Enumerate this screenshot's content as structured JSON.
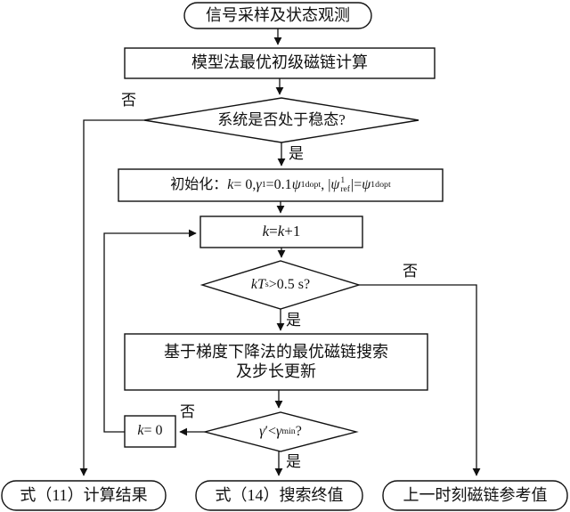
{
  "diagram": {
    "background_color": "#ffffff",
    "line_color": "#111111",
    "nodes": {
      "start": {
        "type": "terminal",
        "label": "信号采样及状态观测"
      },
      "model_calc": {
        "type": "process",
        "label": "模型法最优初级磁链计算"
      },
      "steady_state": {
        "type": "decision",
        "label": "系统是否处于稳态?"
      },
      "init": {
        "type": "process",
        "text": "初始化： k= 0, γ¹=0.1ψ1dopt, |ψ¹ref|=ψ1dopt",
        "label_html": "初始化： <i>k</i>= 0, <i>γ</i><sup>1</sup>=0.1<i>ψ</i><sub>1dopt</sub>, |<i>ψ</i><span class='ss'><span>1</span><span>ref</span></span>|=<i>ψ</i><sub>1dopt</sub>"
      },
      "k_plus": {
        "type": "process",
        "text": "k=k+1",
        "label_html": "<i>k</i>=<i>k</i>+1"
      },
      "kts": {
        "type": "decision",
        "text": "kTs>0.5 s?",
        "label_html": "<i>kT</i><sub>s</sub>&gt;0.5 s?"
      },
      "gradient_search": {
        "type": "process",
        "label": "基于梯度下降法的最优磁链搜索\n及步长更新"
      },
      "k_reset": {
        "type": "process",
        "text": "k= 0",
        "label_html": "<i>k</i>= 0"
      },
      "gamma_check": {
        "type": "decision",
        "text": "γ′<γmin?",
        "label_html": "<i>γ</i>′&lt;<i>γ</i><sub>min</sub>?"
      },
      "eq11": {
        "type": "terminal",
        "label": "式（11）计算结果"
      },
      "eq14": {
        "type": "terminal",
        "label": "式（14）搜索终值"
      },
      "prev_flux": {
        "type": "terminal",
        "label": "上一时刻磁链参考值"
      }
    },
    "edge_labels": {
      "no": "否",
      "yes": "是"
    },
    "edges": [
      {
        "from": "start",
        "to": "model_calc"
      },
      {
        "from": "model_calc",
        "to": "steady_state"
      },
      {
        "from": "steady_state",
        "to": "eq11",
        "label": "否"
      },
      {
        "from": "steady_state",
        "to": "init",
        "label": "是"
      },
      {
        "from": "init",
        "to": "k_plus"
      },
      {
        "from": "k_plus",
        "to": "kts"
      },
      {
        "from": "kts",
        "to": "prev_flux",
        "label": "否"
      },
      {
        "from": "kts",
        "to": "gradient_search",
        "label": "是"
      },
      {
        "from": "gradient_search",
        "to": "gamma_check"
      },
      {
        "from": "gamma_check",
        "to": "k_reset",
        "label": "否"
      },
      {
        "from": "gamma_check",
        "to": "eq14",
        "label": "是"
      },
      {
        "from": "k_reset",
        "to": "k_plus"
      }
    ]
  }
}
